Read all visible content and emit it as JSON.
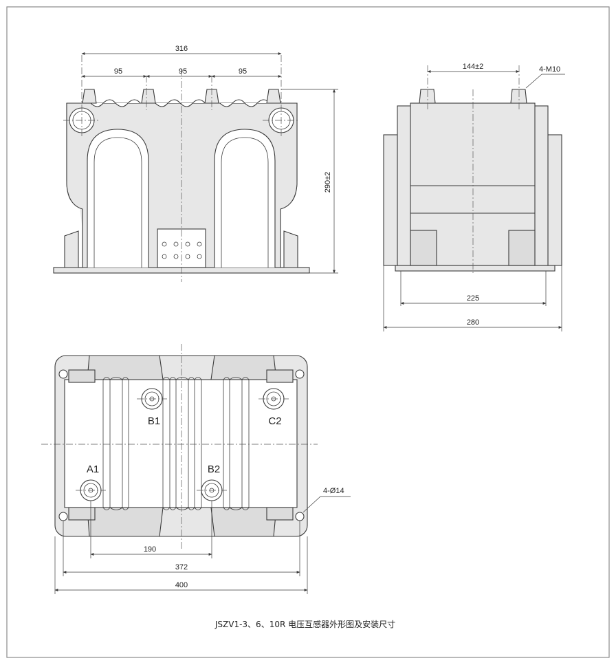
{
  "front_view": {
    "dim_overall_width": "316",
    "dim_pitch_1": "95",
    "dim_pitch_2": "95",
    "dim_pitch_3": "95",
    "dim_height": "290±2"
  },
  "side_view": {
    "dim_terminal_spacing": "144±2",
    "thread_callout": "4-M10",
    "dim_mount_spacing": "225",
    "dim_base_depth": "280"
  },
  "top_view": {
    "terminal_a1": "A1",
    "terminal_b1": "B1",
    "terminal_b2": "B2",
    "terminal_c2": "C2",
    "hole_callout": "4-Ø14",
    "dim_a1_b2": "190",
    "dim_mount_holes": "372",
    "dim_base_width": "400"
  },
  "caption": "JSZV1-3、6、10R 电压互感器外形图及安装尺寸",
  "colors": {
    "line": "#3a3a3a",
    "fill_body": "#e7e7e7",
    "frame": "#8a8a8a"
  }
}
